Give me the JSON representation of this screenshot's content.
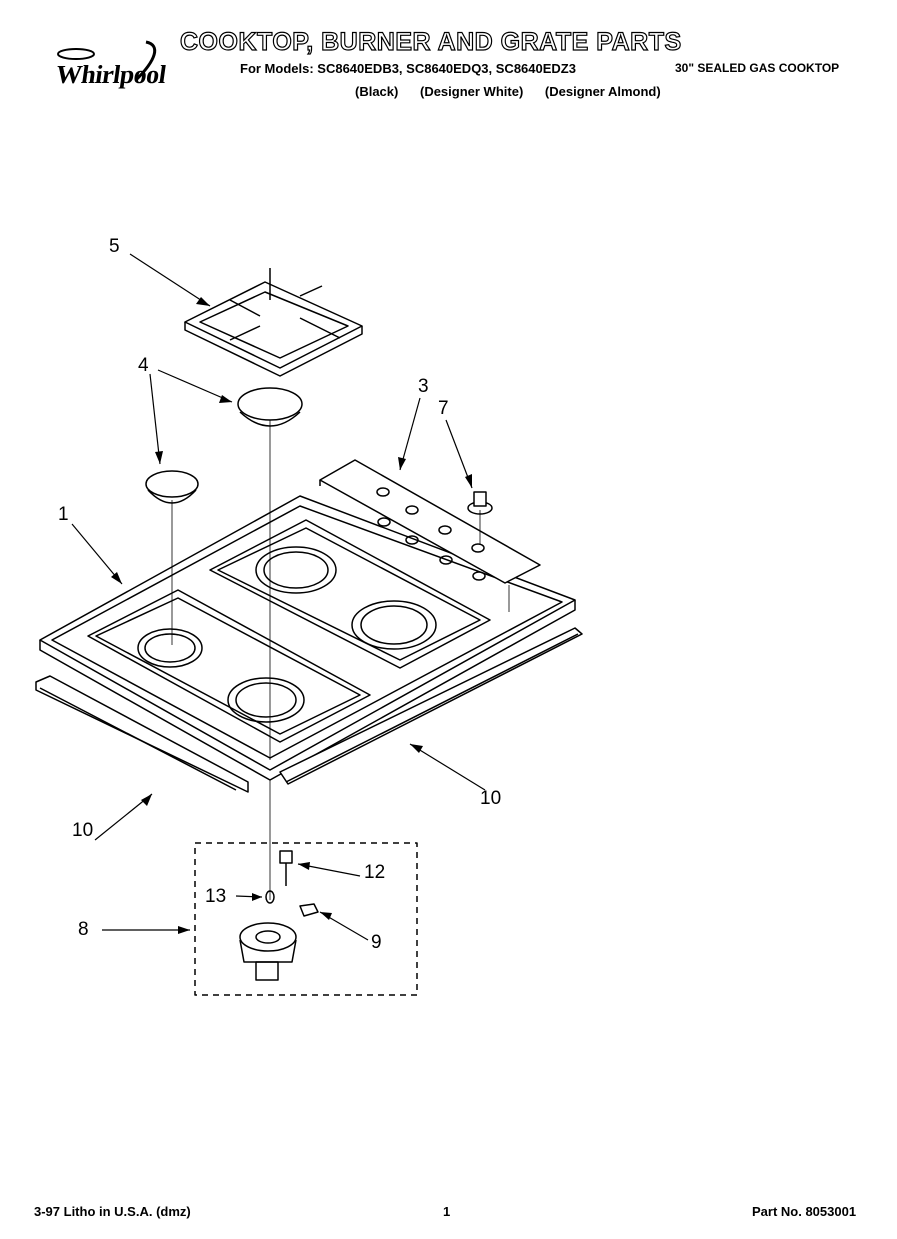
{
  "header": {
    "brand": "Whirlpool",
    "title": "COOKTOP, BURNER AND GRATE PARTS",
    "models_line": "For Models: SC8640EDB3, SC8640EDQ3, SC8640EDZ3",
    "variants": [
      "(Black)",
      "(Designer White)",
      "(Designer Almond)"
    ],
    "product": "30\" SEALED GAS COOKTOP"
  },
  "callouts": {
    "c1": "1",
    "c3": "3",
    "c4": "4",
    "c5": "5",
    "c7": "7",
    "c8": "8",
    "c9": "9",
    "c10a": "10",
    "c10b": "10",
    "c12": "12",
    "c13": "13"
  },
  "footer": {
    "litho": "3-97 Litho in U.S.A. (dmz)",
    "page": "1",
    "part_no": "Part No. 8053001"
  }
}
